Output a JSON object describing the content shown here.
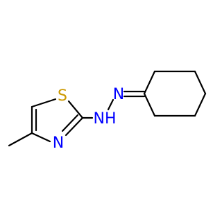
{
  "molecule": {
    "atoms": {
      "sulfur": "S",
      "nitrogen_ring": "N",
      "nitrogen_imine": "N",
      "nitrogen_amine": "NH"
    },
    "colors": {
      "bond": "#000000",
      "S": "#cc9900",
      "N": "#0000ff"
    }
  }
}
